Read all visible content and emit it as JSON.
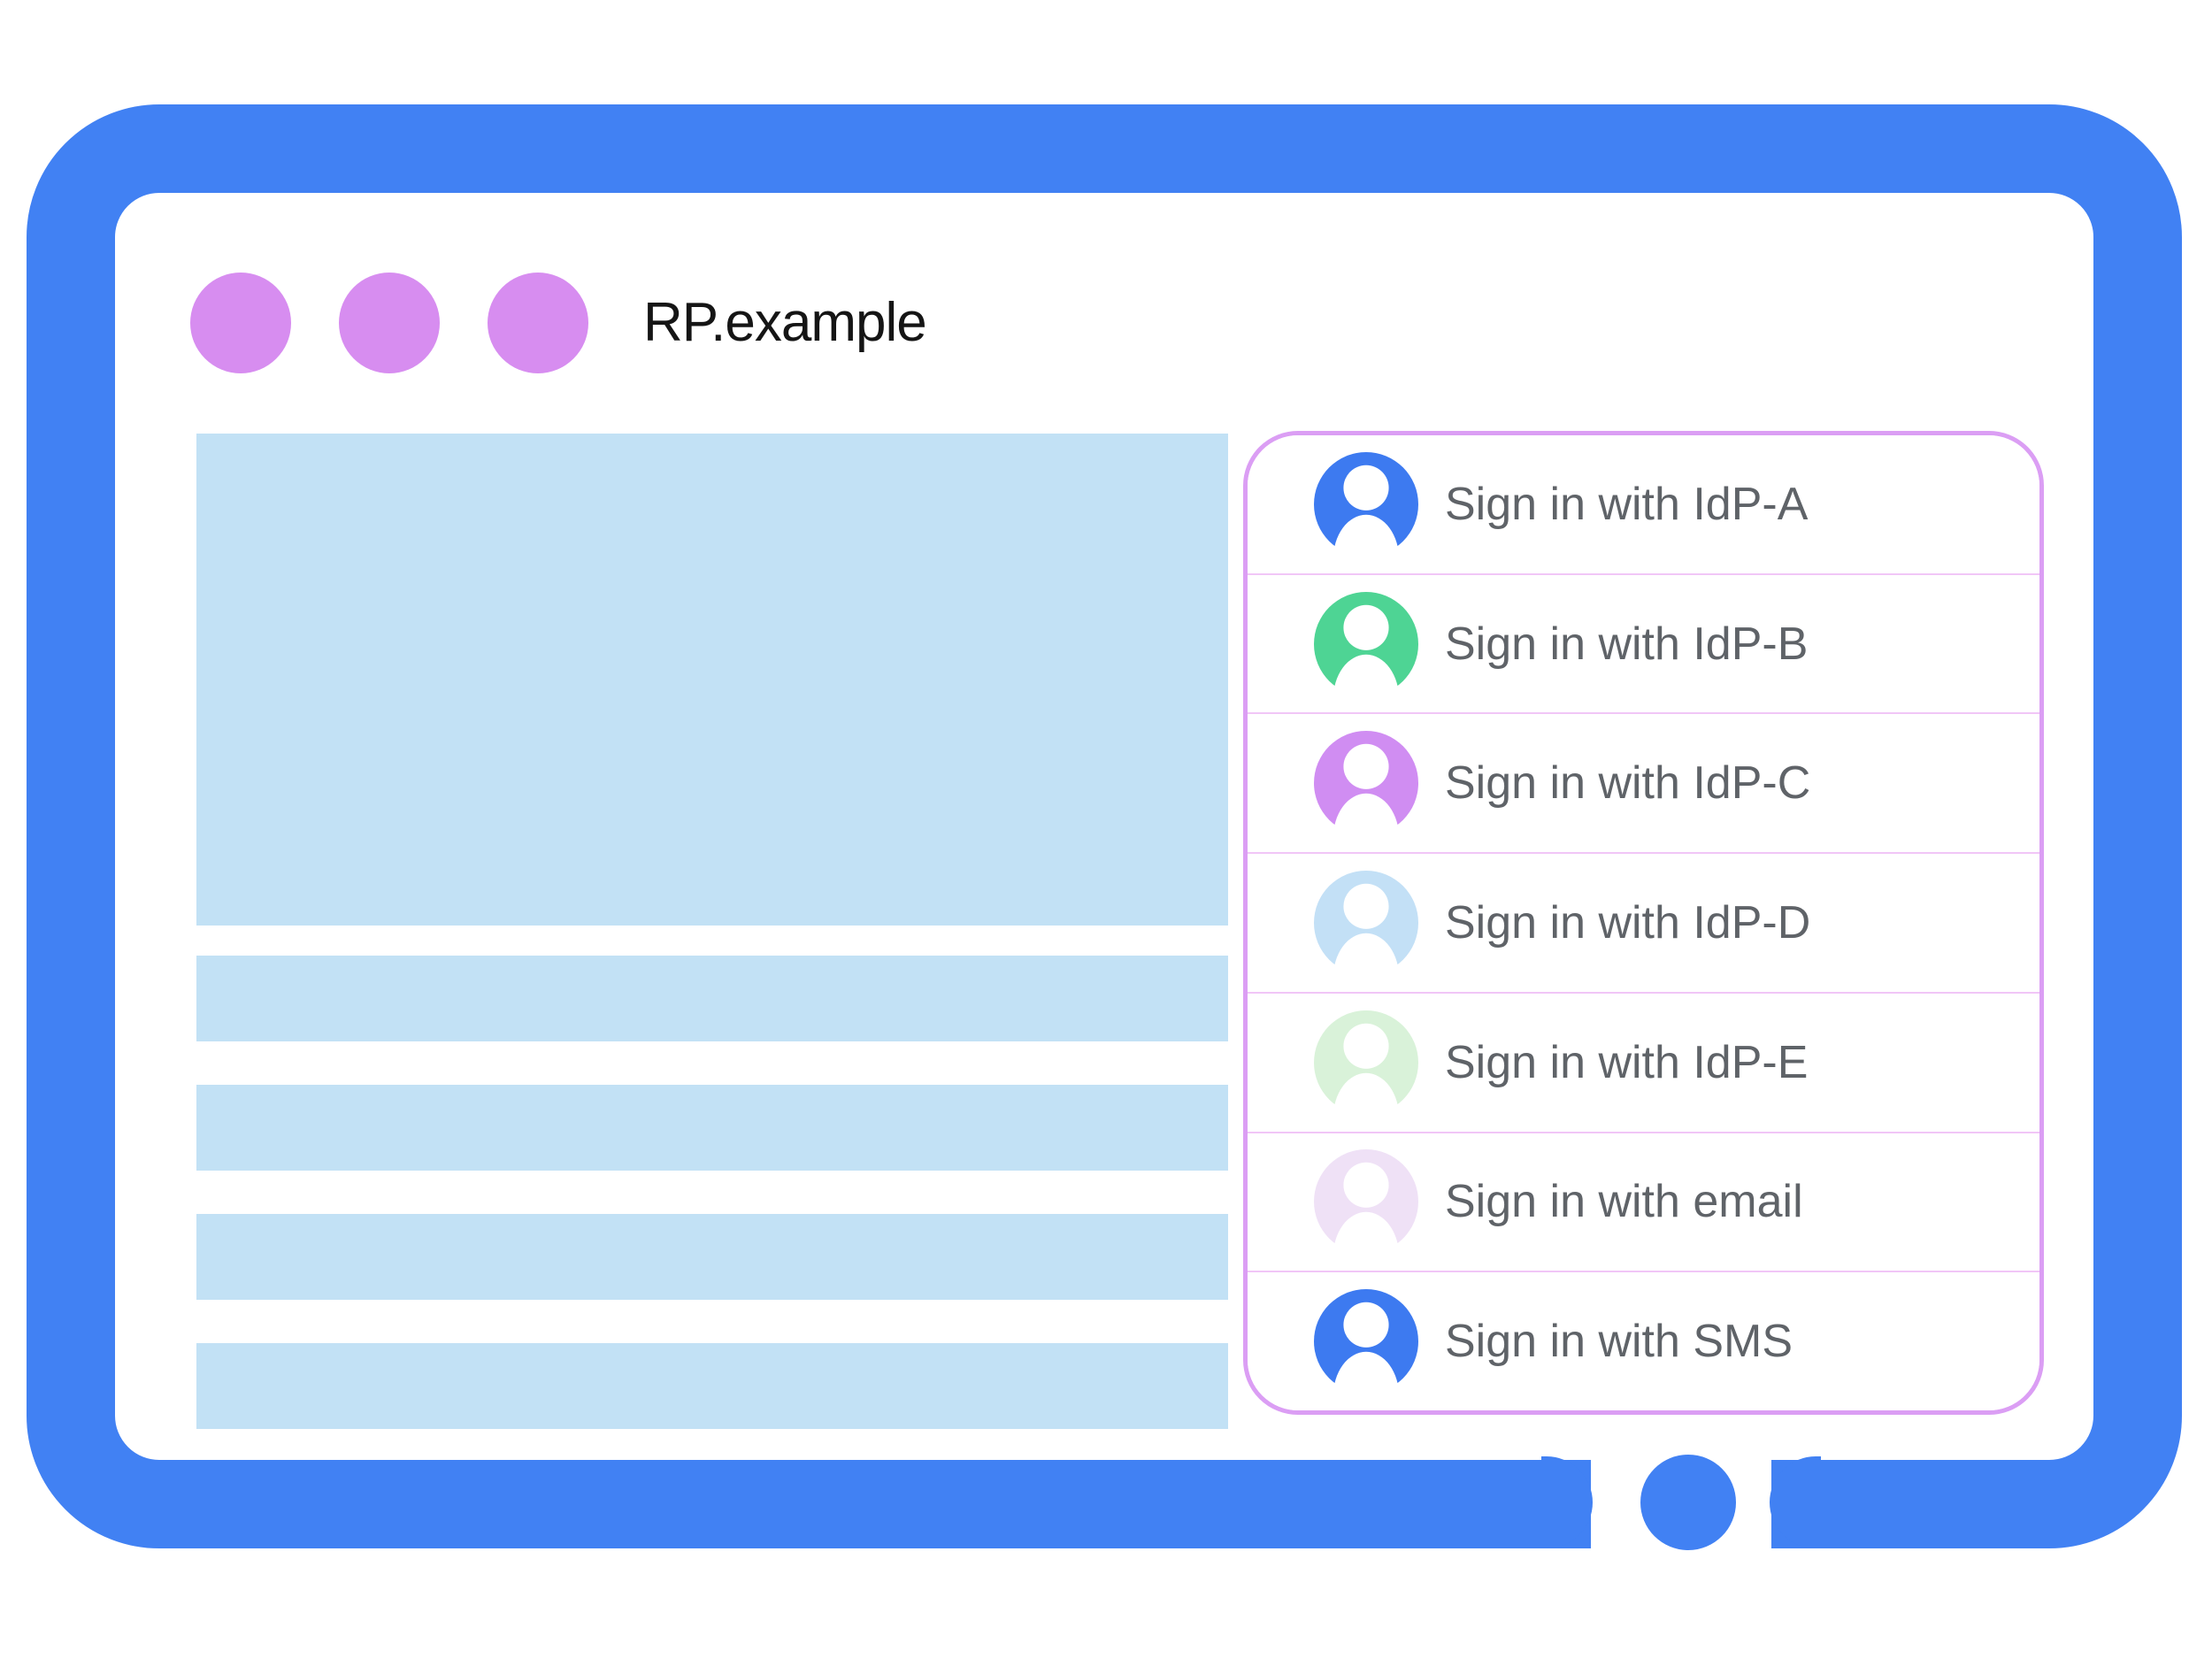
{
  "window": {
    "title": "RP.example",
    "controls": [
      "window-dot",
      "window-dot",
      "window-dot"
    ]
  },
  "colors": {
    "frame_blue": "#4181f3",
    "content_blue": "#c2e1f5",
    "dot_purple": "#d78df0",
    "panel_border": "#db9ef4",
    "divider_pink": "#f1c6f7",
    "label_gray": "#5f6368",
    "title_color": "#151515"
  },
  "signin_panel": {
    "rows": [
      {
        "label": "Sign in with IdP-A",
        "avatar_icon": "person-icon",
        "avatar_color": "#3d7af0"
      },
      {
        "label": "Sign in with IdP-B",
        "avatar_icon": "person-icon",
        "avatar_color": "#4ed494"
      },
      {
        "label": "Sign in with IdP-C",
        "avatar_icon": "person-icon",
        "avatar_color": "#d08df2"
      },
      {
        "label": "Sign in with IdP-D",
        "avatar_icon": "person-icon",
        "avatar_color": "#c3e0f6"
      },
      {
        "label": "Sign in with IdP-E",
        "avatar_icon": "person-icon",
        "avatar_color": "#d9f2d9"
      },
      {
        "label": "Sign in with email",
        "avatar_icon": "person-icon",
        "avatar_color": "#efe1f6"
      },
      {
        "label": "Sign in with SMS",
        "avatar_icon": "person-icon",
        "avatar_color": "#3d7af0"
      }
    ]
  }
}
